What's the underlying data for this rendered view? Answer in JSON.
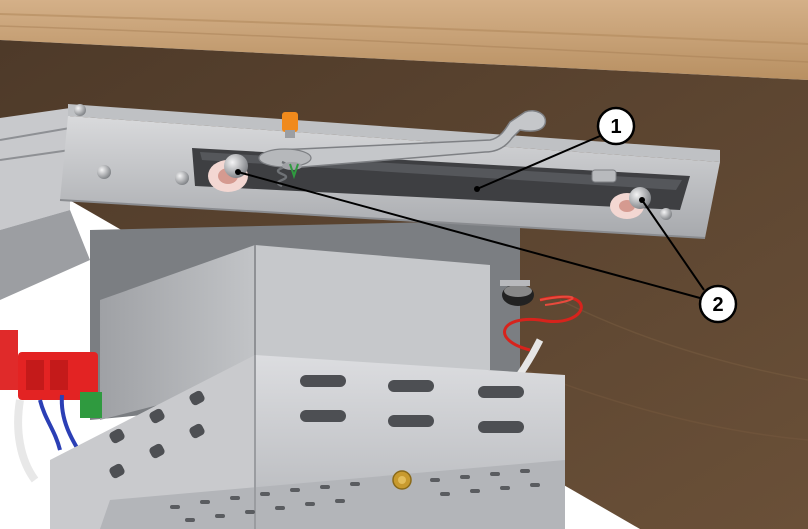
{
  "callouts": [
    {
      "id": "1",
      "label": "1"
    },
    {
      "id": "2",
      "label": "2"
    }
  ],
  "colors": {
    "wood_top": "#c9a37a",
    "wood_dark": "#5b4431",
    "metal_light": "#d6d7d9",
    "metal_mid": "#a9abaf",
    "metal_dark": "#6f7276",
    "slot_dark": "#3e3f42",
    "accent_orange": "#f08a1c",
    "wire_red": "#d7231c",
    "terminal_red": "#e32323",
    "wire_blue": "#2b3fb5",
    "brass": "#c89a2e"
  }
}
